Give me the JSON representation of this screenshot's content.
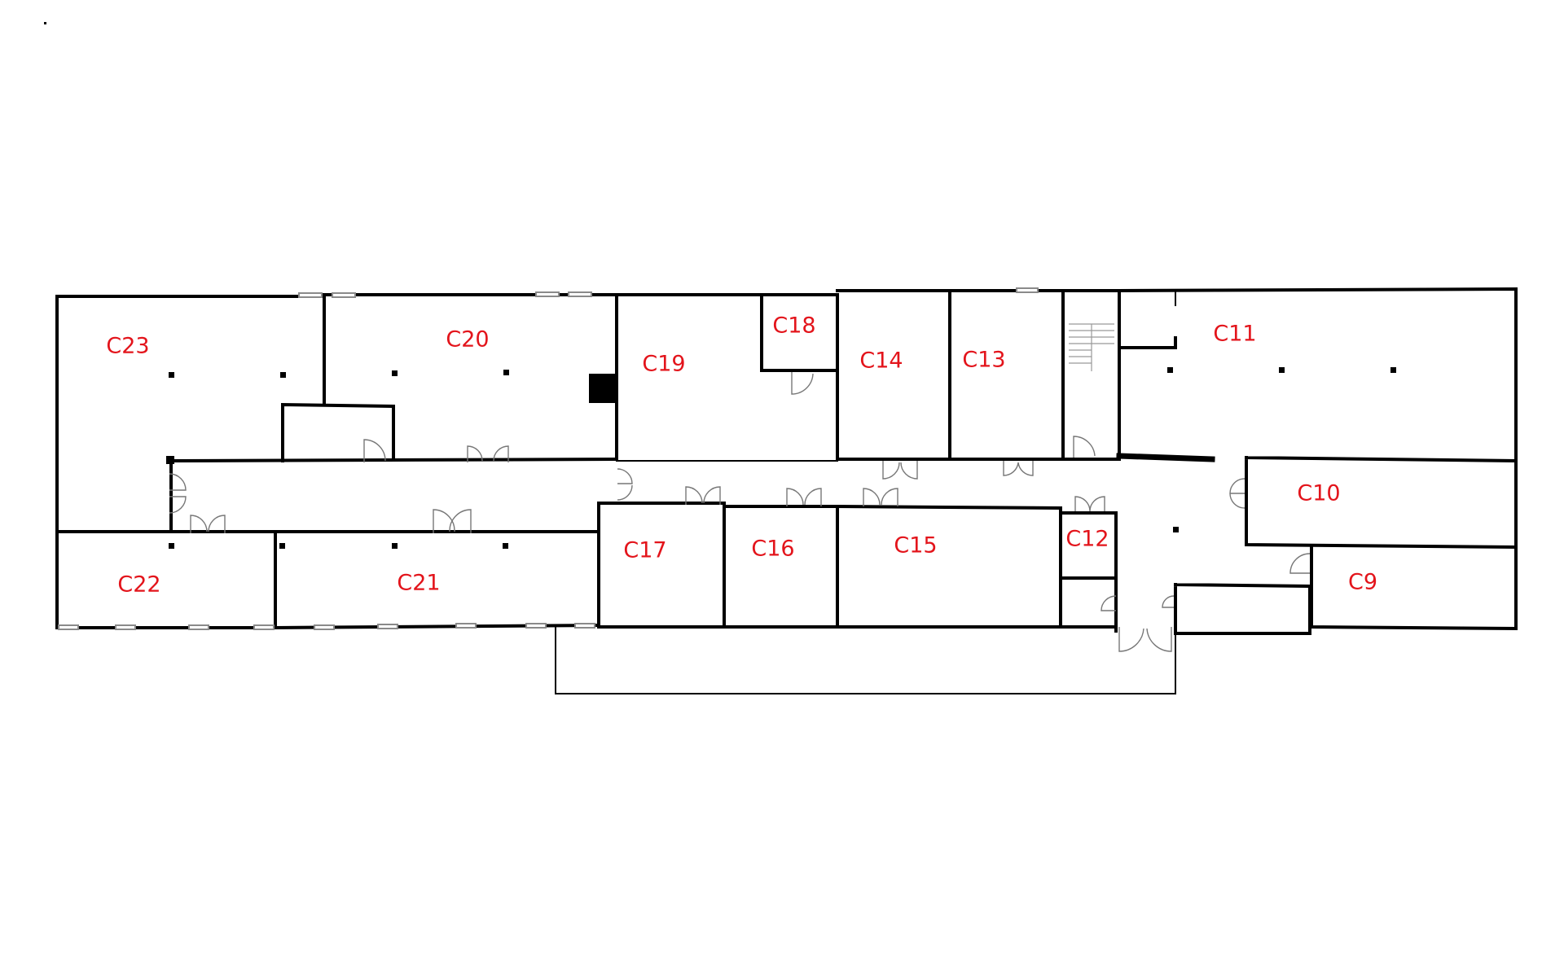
{
  "colors": {
    "label": "#e3141b",
    "wall": "#000000",
    "background": "#ffffff"
  },
  "rooms": [
    {
      "id": "C23",
      "label": "C23"
    },
    {
      "id": "C20",
      "label": "C20"
    },
    {
      "id": "C19",
      "label": "C19"
    },
    {
      "id": "C18",
      "label": "C18"
    },
    {
      "id": "C14",
      "label": "C14"
    },
    {
      "id": "C13",
      "label": "C13"
    },
    {
      "id": "C11",
      "label": "C11"
    },
    {
      "id": "C10",
      "label": "C10"
    },
    {
      "id": "C9",
      "label": "C9"
    },
    {
      "id": "C22",
      "label": "C22"
    },
    {
      "id": "C21",
      "label": "C21"
    },
    {
      "id": "C17",
      "label": "C17"
    },
    {
      "id": "C16",
      "label": "C16"
    },
    {
      "id": "C15",
      "label": "C15"
    },
    {
      "id": "C12",
      "label": "C12"
    }
  ]
}
